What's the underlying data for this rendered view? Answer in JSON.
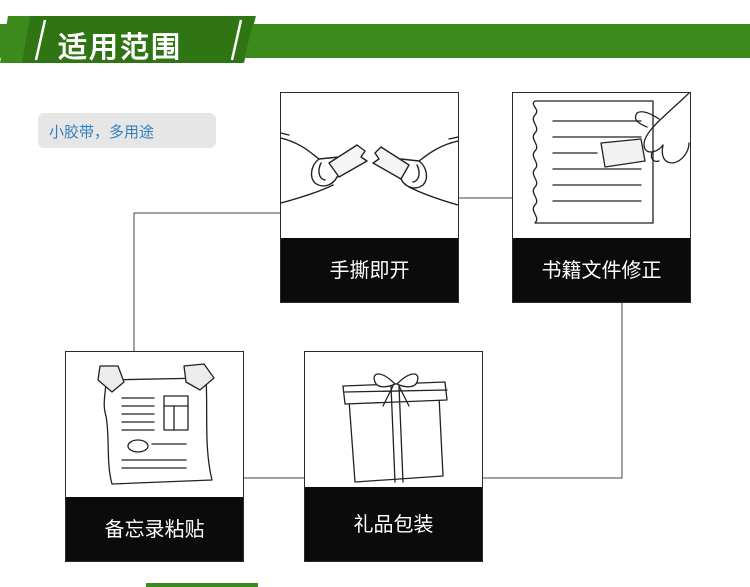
{
  "banner": {
    "title": "适用范围",
    "color": "#3c8a1c"
  },
  "tagline": "小胶带，多用途",
  "cards": [
    {
      "label": "手撕即开",
      "icon": "tearing-tape-icon"
    },
    {
      "label": "书籍文件修正",
      "icon": "document-repair-icon"
    },
    {
      "label": "备忘录粘贴",
      "icon": "memo-paste-icon"
    },
    {
      "label": "礼品包装",
      "icon": "gift-box-icon"
    }
  ]
}
